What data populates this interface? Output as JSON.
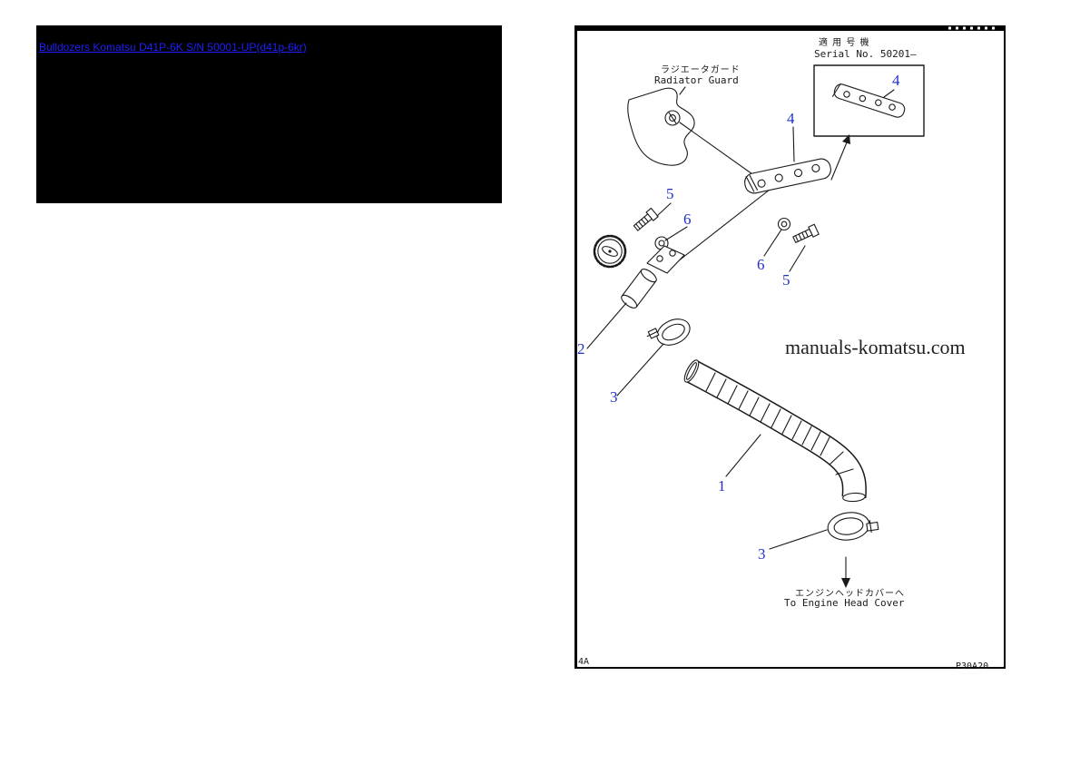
{
  "header": {
    "link_text": "Bulldozers Komatsu D41P-6K S/N 50001-UP(d41p-6kr)"
  },
  "diagram": {
    "serial_title_jp": "適 用 号 機",
    "serial_no": "Serial No. 50201—",
    "radiator_guard_jp": "ラジエータガード",
    "radiator_guard_en": "Radiator Guard",
    "engine_head_jp": "エンジンヘッドカバーへ",
    "engine_head_en": "To Engine Head Cover",
    "watermark": "manuals-komatsu.com",
    "sheet_code_left": "4A",
    "sheet_code_right": "P30A20",
    "callouts": [
      {
        "part": "bracket-inset",
        "number": "4"
      },
      {
        "part": "bracket",
        "number": "4"
      },
      {
        "part": "bolt-left",
        "number": "5"
      },
      {
        "part": "washer-left",
        "number": "6"
      },
      {
        "part": "washer-right",
        "number": "6"
      },
      {
        "part": "bolt-right",
        "number": "5"
      },
      {
        "part": "tube",
        "number": "2"
      },
      {
        "part": "clamp-upper",
        "number": "3"
      },
      {
        "part": "hose",
        "number": "1"
      },
      {
        "part": "clamp-lower",
        "number": "3"
      }
    ],
    "colors": {
      "callout_blue": "#2230c8",
      "line_black": "#1a1a1a",
      "link_blue": "#1f1fff",
      "panel_black": "#000000"
    }
  }
}
